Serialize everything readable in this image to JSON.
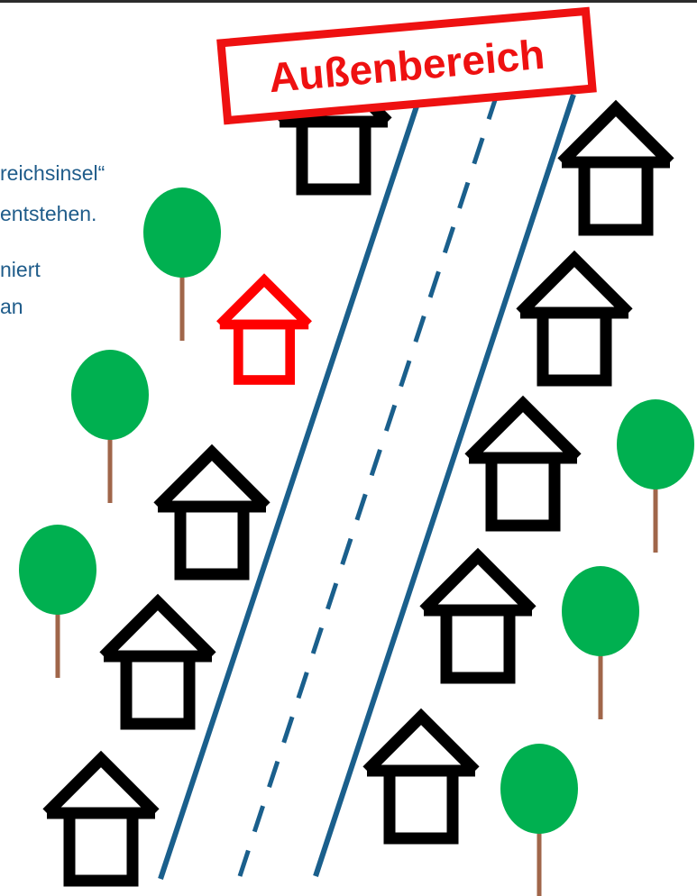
{
  "sign": {
    "label": "Außenbereich",
    "color": "#ee1111"
  },
  "side_text": {
    "line1": "reichsinsel“",
    "line2": "entstehen.",
    "line3": "niert",
    "line4": "an",
    "color": "#1f5c8a"
  },
  "colors": {
    "road_line": "#1a5f8c",
    "house_outline": "#000000",
    "highlighted_house": "#ff0000",
    "tree_crown": "#00b050",
    "tree_trunk": "#a0664a"
  },
  "icons": [
    "house-icon",
    "highlighted-house-icon",
    "tree-icon",
    "sign-icon"
  ]
}
